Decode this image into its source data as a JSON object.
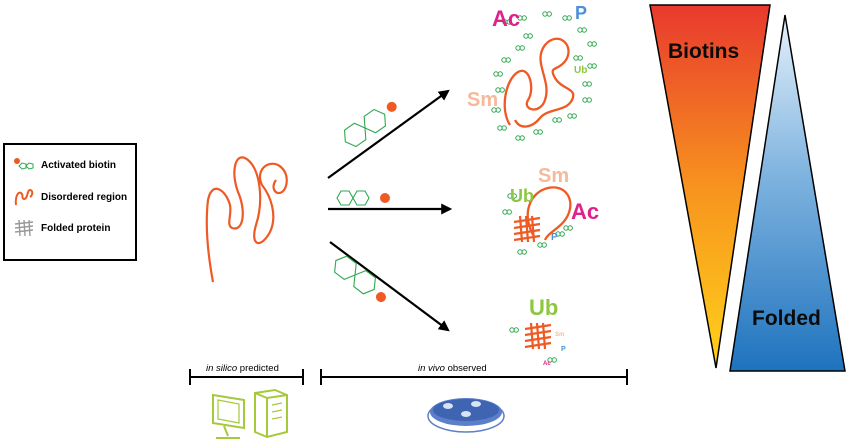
{
  "legend": {
    "items": [
      {
        "label": "Activated biotin",
        "icon": "activated-biotin-icon"
      },
      {
        "label": "Disordered region",
        "icon": "disordered-region-icon"
      },
      {
        "label": "Folded protein",
        "icon": "folded-protein-icon"
      }
    ]
  },
  "scales": {
    "predicted": {
      "italic": "in silico",
      "rest": " predicted"
    },
    "observed": {
      "italic": "in vivo",
      "rest": " observed"
    }
  },
  "gradients": {
    "biotins_label": "Biotins",
    "folded_label": "Folded",
    "biotins_colors": [
      "#e8392e",
      "#f7931e",
      "#ffd21a"
    ],
    "folded_colors": [
      "#e6f1fb",
      "#7fb3df",
      "#1e73be"
    ]
  },
  "ptm_top": {
    "ac": "Ac",
    "p": "P",
    "sm": "Sm",
    "ub": "Ub"
  },
  "ptm_mid": {
    "sm": "Sm",
    "ub": "Ub",
    "ac": "Ac",
    "p": "P"
  },
  "ptm_low": {
    "ub": "Ub",
    "sm": "Sm",
    "p": "P",
    "ac": "Ac"
  },
  "colors": {
    "orange": "#ef5a24",
    "green": "#2fa84f",
    "ac": "#e0218a",
    "p": "#4a90d9",
    "sm": "#f5b99b",
    "ub": "#8dc63f",
    "computer": "#a6c93a",
    "dish": "#5b7fc8"
  },
  "icons": [
    "computer-icon",
    "petri-dish-icon",
    "arrow-icon"
  ]
}
